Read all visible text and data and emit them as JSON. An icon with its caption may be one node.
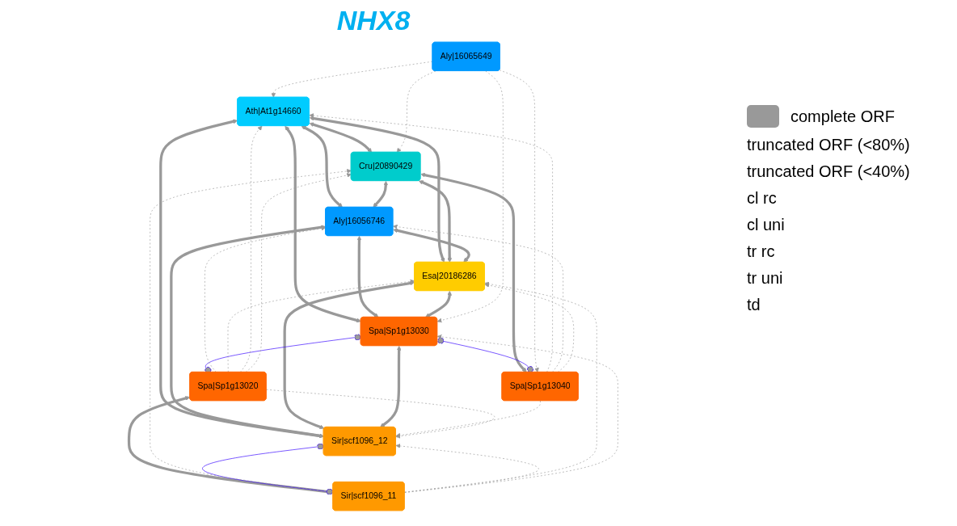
{
  "diagram": {
    "title": "NHX8",
    "nodes": [
      {
        "text": [
          "Ath|At1g14660"
        ]
      },
      {
        "text": [
          "Aly|16065649"
        ]
      },
      {
        "text": [
          "Cru|20890429"
        ]
      },
      {
        "text": [
          "Aly|16056746"
        ]
      },
      {
        "text": [
          "Esa|20186286"
        ]
      },
      {
        "text": [
          "Spa|Sp1g13030"
        ]
      },
      {
        "text": [
          "Spa|Sp1g13040"
        ]
      },
      {
        "text": [
          "Sir|scf1096_12"
        ]
      },
      {
        "text": [
          "Spa|Sp1g13020"
        ]
      },
      {
        "text": [
          "Sir|scf1096_11"
        ]
      }
    ],
    "edges": [
      {
        "from": 0,
        "to": 2,
        "arrow": "both",
        "style": "thick"
      },
      {
        "from": 0,
        "to": 3,
        "arrow": "both",
        "style": "thick"
      },
      {
        "from": 0,
        "to": 4,
        "arrow": "both",
        "style": "thick"
      },
      {
        "from": 0,
        "to": 7,
        "arrow": "both",
        "style": "thick"
      },
      {
        "from": 0,
        "to": 5,
        "arrow": "both",
        "style": "thick"
      },
      {
        "from": 2,
        "to": 3,
        "arrow": "both",
        "style": "thick"
      },
      {
        "from": 2,
        "to": 4,
        "arrow": "both",
        "style": "thick"
      },
      {
        "from": 2,
        "to": 6,
        "arrow": "both",
        "style": "thick"
      },
      {
        "from": 3,
        "to": 4,
        "arrow": "both",
        "style": "thick"
      },
      {
        "from": 3,
        "to": 7,
        "arrow": "both",
        "style": "thick"
      },
      {
        "from": 3,
        "to": 5,
        "arrow": "both",
        "style": "thick"
      },
      {
        "from": 4,
        "to": 5,
        "arrow": "both",
        "style": "thick"
      },
      {
        "from": 4,
        "to": 7,
        "arrow": "both",
        "style": "thick"
      },
      {
        "from": 5,
        "to": 7,
        "arrow": "both",
        "style": "thick"
      },
      {
        "from": 8,
        "to": 9,
        "arrow": "both",
        "style": "thick"
      },
      {
        "from": 5,
        "to": 6,
        "arrow": "other",
        "color": "#3300ff"
      },
      {
        "from": 5,
        "to": 8,
        "arrow": "other",
        "color": "#3300ff"
      },
      {
        "from": 7,
        "to": 9,
        "arrow": "other",
        "color": "#3300ff"
      },
      {
        "from": 1,
        "to": 0,
        "arrow": "to",
        "style": "dashed"
      },
      {
        "from": 6,
        "to": 0,
        "arrow": "to",
        "style": "dashed"
      },
      {
        "from": 1,
        "to": 2,
        "arrow": "to",
        "style": "dashed"
      },
      {
        "from": 1,
        "to": 6,
        "arrow": "to",
        "style": "dashed"
      },
      {
        "from": 1,
        "to": 5,
        "arrow": "to",
        "style": "dashed"
      },
      {
        "from": 6,
        "to": 3,
        "arrow": "to",
        "style": "dashed"
      },
      {
        "from": 8,
        "to": 3,
        "arrow": "to",
        "style": "dashed"
      },
      {
        "from": 6,
        "to": 4,
        "arrow": "to",
        "style": "dashed"
      },
      {
        "from": 6,
        "to": 7,
        "arrow": "to",
        "style": "dashed"
      },
      {
        "from": 8,
        "to": 7,
        "arrow": "to",
        "style": "dashed"
      },
      {
        "from": 8,
        "to": 4,
        "arrow": "to",
        "style": "dashed"
      },
      {
        "from": 8,
        "to": 0,
        "arrow": "to",
        "style": "dashed"
      },
      {
        "from": 8,
        "to": 2,
        "arrow": "to",
        "style": "dashed"
      },
      {
        "from": 9,
        "to": 2,
        "arrow": "to",
        "style": "dashed"
      },
      {
        "from": 9,
        "to": 4,
        "arrow": "to",
        "style": "dashed"
      },
      {
        "from": 9,
        "to": 7,
        "arrow": "to",
        "style": "dashed"
      },
      {
        "from": 9,
        "to": 5,
        "arrow": "to",
        "style": "dashed"
      }
    ],
    "legend": [
      {
        "text": "complete ORF",
        "color": "#999999"
      },
      {
        "text": "truncated ORF (<80%)"
      },
      {
        "text": "truncated ORF (<40%)"
      },
      {
        "text": "cl rc"
      },
      {
        "text": "cl uni"
      },
      {
        "text": "tr rc"
      },
      {
        "text": "tr uni"
      },
      {
        "text": "td"
      }
    ]
  }
}
